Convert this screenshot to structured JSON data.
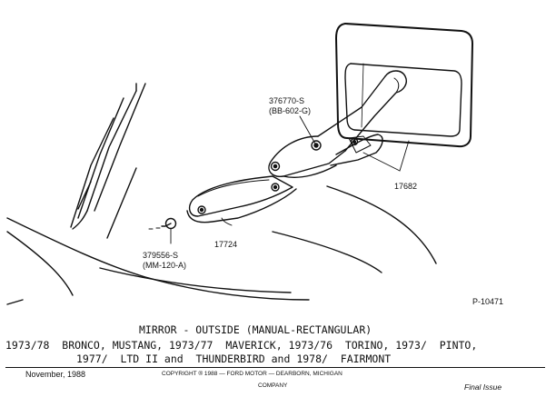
{
  "callouts": {
    "bolt_part": "376770-S",
    "bolt_code": "(BB-602-G)",
    "mirror_part": "17682",
    "bracket_part": "17724",
    "screw_part": "379556-S",
    "screw_code": "(MM-120-A)",
    "figure_id": "P-10471"
  },
  "caption": {
    "title": "MIRROR - OUTSIDE (MANUAL-RECTANGULAR)",
    "line1": "1973/78  BRONCO, MUSTANG, 1973/77  MAVERICK, 1973/76  TORINO, 1973/  PINTO,",
    "line2": "1977/  LTD II and  THUNDERBIRD and 1978/  FAIRMONT"
  },
  "footer": {
    "date": "November, 1988",
    "copyright": "COPYRIGHT ® 1988  —  FORD MOTOR  —  DEARBORN, MICHIGAN",
    "company": "COMPANY",
    "status": "Final Issue"
  }
}
